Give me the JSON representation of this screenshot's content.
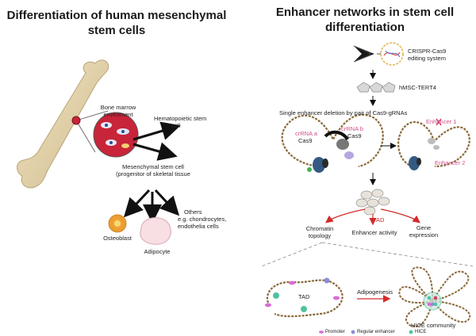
{
  "left": {
    "title_line1": "Differentiation of human mesenchymal",
    "title_line2": "stem cells",
    "bone_marrow_line1": "Bone marrow",
    "bone_marrow_line2": "enviroment",
    "hsc_line1": "Hematopoietic stem",
    "hsc_line2": "cell",
    "msc_line1": "Mesenchymal stem cell",
    "msc_line2": "(progenitor of skeletal tissue",
    "osteoblast": "Osteoblast",
    "adipocyte": "Adipocyte",
    "others_line1": "Others",
    "others_line2": "e.g. chondrocytes,",
    "others_line3": "endothelia cells"
  },
  "right": {
    "title_line1": "Enhancer networks in stem cell",
    "title_line2": "differentiation",
    "crispr_line1": "CRISPR-Cas9",
    "crispr_line2": "editing system",
    "hmsc": "hMSC-TERT4",
    "deletion": "Single enhancer deletion by pair of Cas9-gRNAs",
    "crrna_a": "crRNA a",
    "cas9_a": "Cas9",
    "crrna_b": "crRNA b",
    "cas9_b": "Cas9",
    "enhancer1": "Enhancer 1",
    "enhancer2": "Enhancer 2",
    "ad": "AD",
    "chromatin_line1": "Chromatin",
    "chromatin_line2": "topology",
    "enhancer_activity": "Enhancer activity",
    "gene_line1": "Gene",
    "gene_line2": "expression",
    "tad": "TAD",
    "adipogenesis": "Adipogenesis",
    "hice_community": "HICE community",
    "legend_promoter": "Promoter",
    "legend_regular": "Regular enhancer",
    "legend_hice": "HICE"
  },
  "colors": {
    "promoter": "#d96bd6",
    "regular_enhancer": "#8b8bd9",
    "hice": "#4fc3a1",
    "red_arrow": "#d42a2a",
    "marrow": "#c8243a",
    "pink_label": "#d0508a"
  }
}
